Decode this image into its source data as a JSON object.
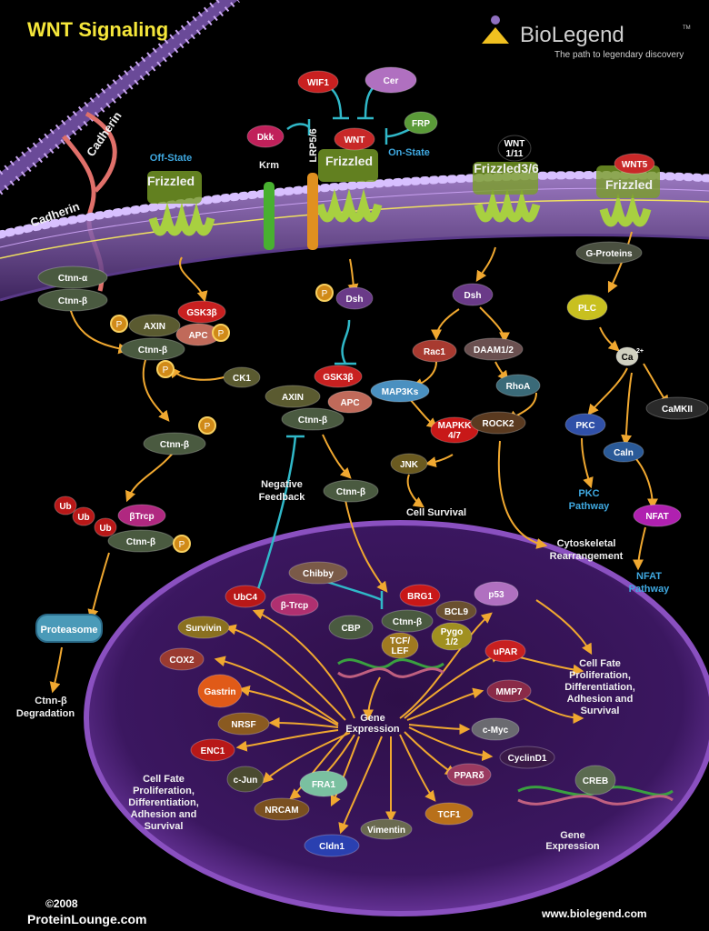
{
  "header": {
    "title": "WNT Signaling",
    "brand": "BioLegend",
    "tagline": "The path to legendary discovery",
    "tm": "TM",
    "title_color": "#f5e63a",
    "brand_color": "#c8c8c8"
  },
  "footer": {
    "copyright": "©2008",
    "left": "ProteinLounge.com",
    "right": "www.biolegend.com"
  },
  "labels": {
    "off_state": "Off-State",
    "on_state": "On-State",
    "negative_feedback_1": "Negative",
    "negative_feedback_2": "Feedback",
    "cell_survival": "Cell Survival",
    "cyto_1": "Cytoskeletal",
    "cyto_2": "Rearrangement",
    "pkc_path_1": "PKC",
    "pkc_path_2": "Pathway",
    "nfat_path_1": "NFAT",
    "nfat_path_2": "Pathway",
    "gene_expr_1": "Gene",
    "gene_expr_2": "Expression",
    "gene_expr_b1": "Gene",
    "gene_expr_b2": "Expression",
    "degradation_1": "Ctnn-β",
    "degradation_2": "Degradation",
    "fate_r1": "Cell Fate",
    "fate_r2": "Proliferation,",
    "fate_r3": "Differentiation,",
    "fate_r4": "Adhesion and",
    "fate_r5": "Survival",
    "fate_l1": "Cell Fate",
    "fate_l2": "Proliferation,",
    "fate_l3": "Differentiation,",
    "fate_l4": "Adhesion and",
    "fate_l5": "Survival",
    "cadherin_1": "Cadherin",
    "cadherin_2": "Cadherin",
    "frizzled": "Frizzled",
    "frizzled36": "Frizzled3/6",
    "lrp": "LRP5/6",
    "krm": "Krm"
  },
  "nodes": {
    "wif1": "WIF1",
    "cer": "Cer",
    "dkk": "Dkk",
    "wnt": "WNT",
    "frp": "FRP",
    "wnt111a": "WNT",
    "wnt111b": "1/11",
    "wnt5": "WNT5",
    "ctnn_a": "Ctnn-α",
    "ctnn_b1": "Ctnn-β",
    "gsk3b_1": "GSK3β",
    "axin_1": "AXIN",
    "apc_1": "APC",
    "ctnn_b2": "Ctnn-β",
    "ck1": "CK1",
    "ctnn_b3": "Ctnn-β",
    "ub1": "Ub",
    "ub2": "Ub",
    "ub3": "Ub",
    "btrcp_1": "βTrcp",
    "ctnn_b4": "Ctnn-β",
    "proteasome": "Proteasome",
    "p": "P",
    "dsh_1": "Dsh",
    "gsk3b_2": "GSK3β",
    "axin_2": "AXIN",
    "apc_2": "APC",
    "ctnn_b5": "Ctnn-β",
    "ctnn_b6": "Ctnn-β",
    "dsh_2": "Dsh",
    "rac1": "Rac1",
    "daam": "DAAM1/2",
    "map3ks": "MAP3Ks",
    "rhoa": "RhoA",
    "mapkk_a": "MAPKK",
    "mapkk_b": "4/7",
    "rock2": "ROCK2",
    "jnk": "JNK",
    "gprot": "G-Proteins",
    "plc": "PLC",
    "ca": "Ca",
    "ca_sup": "2+",
    "pkc": "PKC",
    "camk": "CaMKII",
    "caln": "Caln",
    "nfat": "NFAT",
    "chibby": "Chibby",
    "ubc4": "UbC4",
    "btrcp_2": "β-Trcp",
    "brg1": "BRG1",
    "bcl9": "BCL9",
    "cbp": "CBP",
    "ctnn_b7": "Ctnn-β",
    "pygo_a": "Pygo",
    "pygo_b": "1/2",
    "tcf_a": "TCF/",
    "tcf_b": "LEF",
    "p53": "p53",
    "upar": "uPAR",
    "mmp7": "MMP7",
    "cmyc": "c-Myc",
    "cyclind1": "CyclinD1",
    "creb": "CREB",
    "ppar": "PPARδ",
    "tcf1": "TCF1",
    "vimentin": "Vimentin",
    "cldn1": "Cldn1",
    "nrcam": "NRCAM",
    "fra1": "FRA1",
    "cjun": "c-Jun",
    "enc1": "ENC1",
    "nrsf": "NRSF",
    "gastrin": "Gastrin",
    "cox2": "COX2",
    "survivin": "Survivin"
  },
  "colors": {
    "arrow": "#f0a830",
    "inhibit": "#30b8c8",
    "state_label": "#3fa8e0",
    "pathway_label": "#3fa8e0",
    "nucleus": "#5a2a80",
    "membrane": "#9a7ac8"
  }
}
